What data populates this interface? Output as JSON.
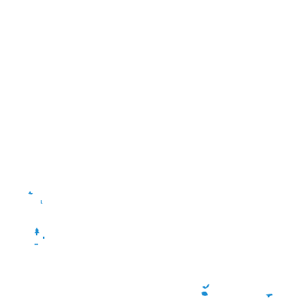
{
  "colors": {
    "background": "#ffffff",
    "fragment": "#1f8fd4"
  },
  "fragments": [
    {
      "name": "fragment-1"
    },
    {
      "name": "fragment-2"
    },
    {
      "name": "fragment-3"
    },
    {
      "name": "fragment-4"
    },
    {
      "name": "fragment-5"
    },
    {
      "name": "fragment-6"
    },
    {
      "name": "fragment-7"
    },
    {
      "name": "fragment-8"
    }
  ]
}
